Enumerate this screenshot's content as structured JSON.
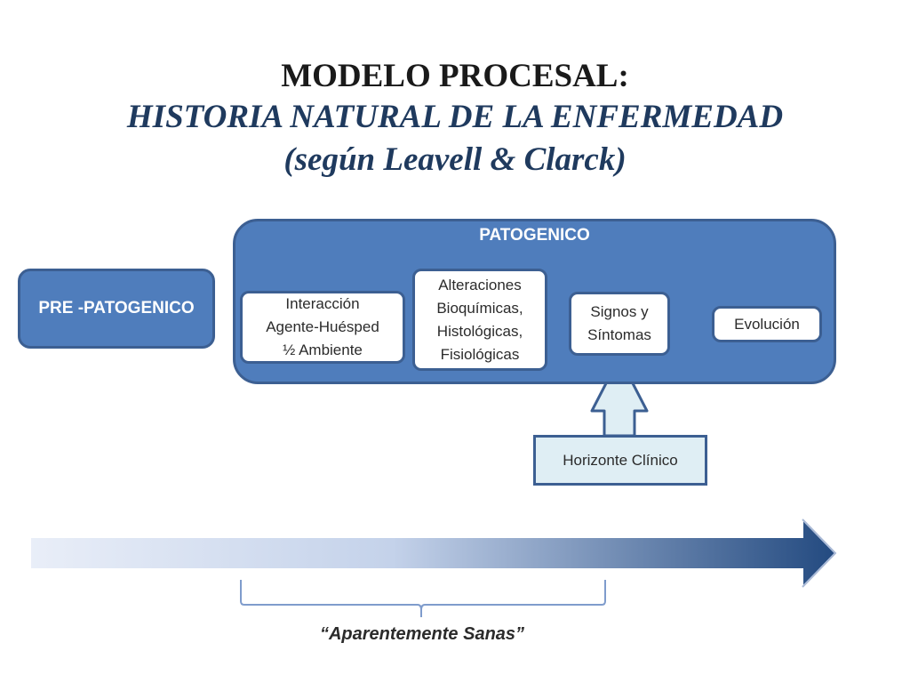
{
  "title": {
    "line1": "MODELO PROCESAL:",
    "line2": "HISTORIA NATURAL DE LA ENFERMEDAD",
    "line3": "(según Leavell & Clarck)"
  },
  "stages": {
    "pre": "PRE -PATOGENICO",
    "pato": "PATOGENICO"
  },
  "pato_items": [
    [
      "Interacción",
      "Agente-Huésped",
      "½ Ambiente"
    ],
    [
      "Alteraciones",
      "Bioquímicas,",
      "Histológicas,",
      "Fisiológicas"
    ],
    [
      "Signos y",
      "Síntomas"
    ],
    [
      "Evolución"
    ]
  ],
  "horizon": "Horizonte Clínico",
  "brace_label": "“Aparentemente Sanas”",
  "colors": {
    "stage_fill": "#4f7dbc",
    "stage_border": "#3c5f92",
    "horizon_fill": "#dfeef4",
    "arrow_dark": "#2a4f82"
  }
}
